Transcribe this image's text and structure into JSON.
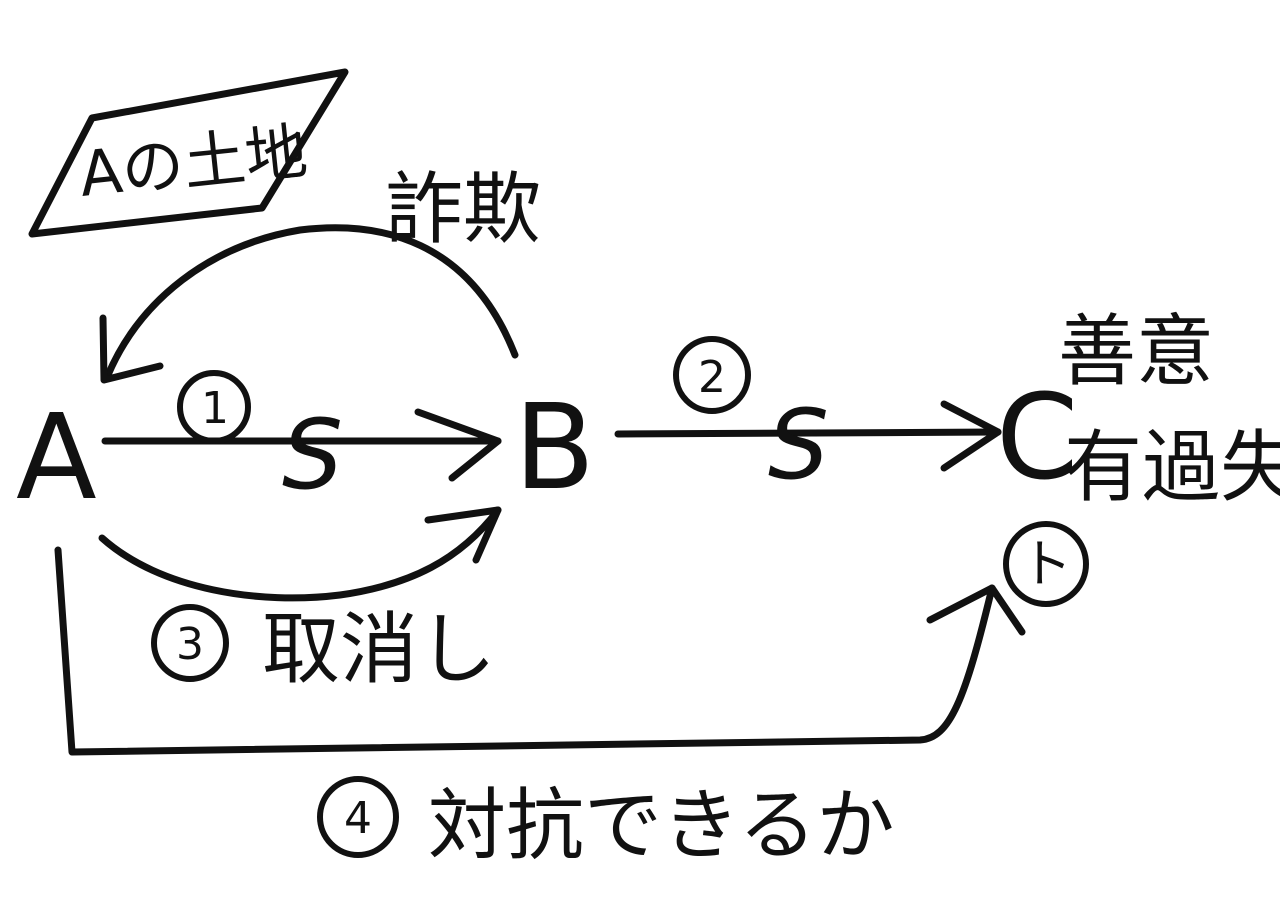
{
  "diagram": {
    "parties": {
      "a": "A",
      "b": "B",
      "c": "C"
    },
    "land_box": "Aの土地",
    "fraud": "詐欺",
    "step1": {
      "number": "1",
      "sale": "S"
    },
    "step2": {
      "number": "2",
      "sale": "S"
    },
    "step3": {
      "number": "3",
      "label": "取消し"
    },
    "step4": {
      "number": "4",
      "label": "対抗できるか"
    },
    "third_party": {
      "badge": "ト",
      "good_faith": "善意",
      "negligence": "有過失"
    }
  }
}
